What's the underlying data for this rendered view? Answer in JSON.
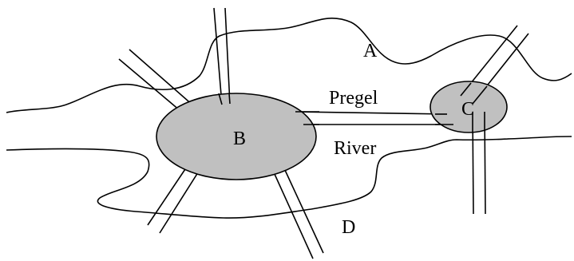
{
  "diagram": {
    "colors": {
      "line": "#000000",
      "landmass_fill": "#c0c0c0"
    },
    "labels": {
      "region_a": "A",
      "island_b": "B",
      "island_c": "C",
      "region_d": "D",
      "river_word_1": "Pregel",
      "river_word_2": "River"
    }
  }
}
